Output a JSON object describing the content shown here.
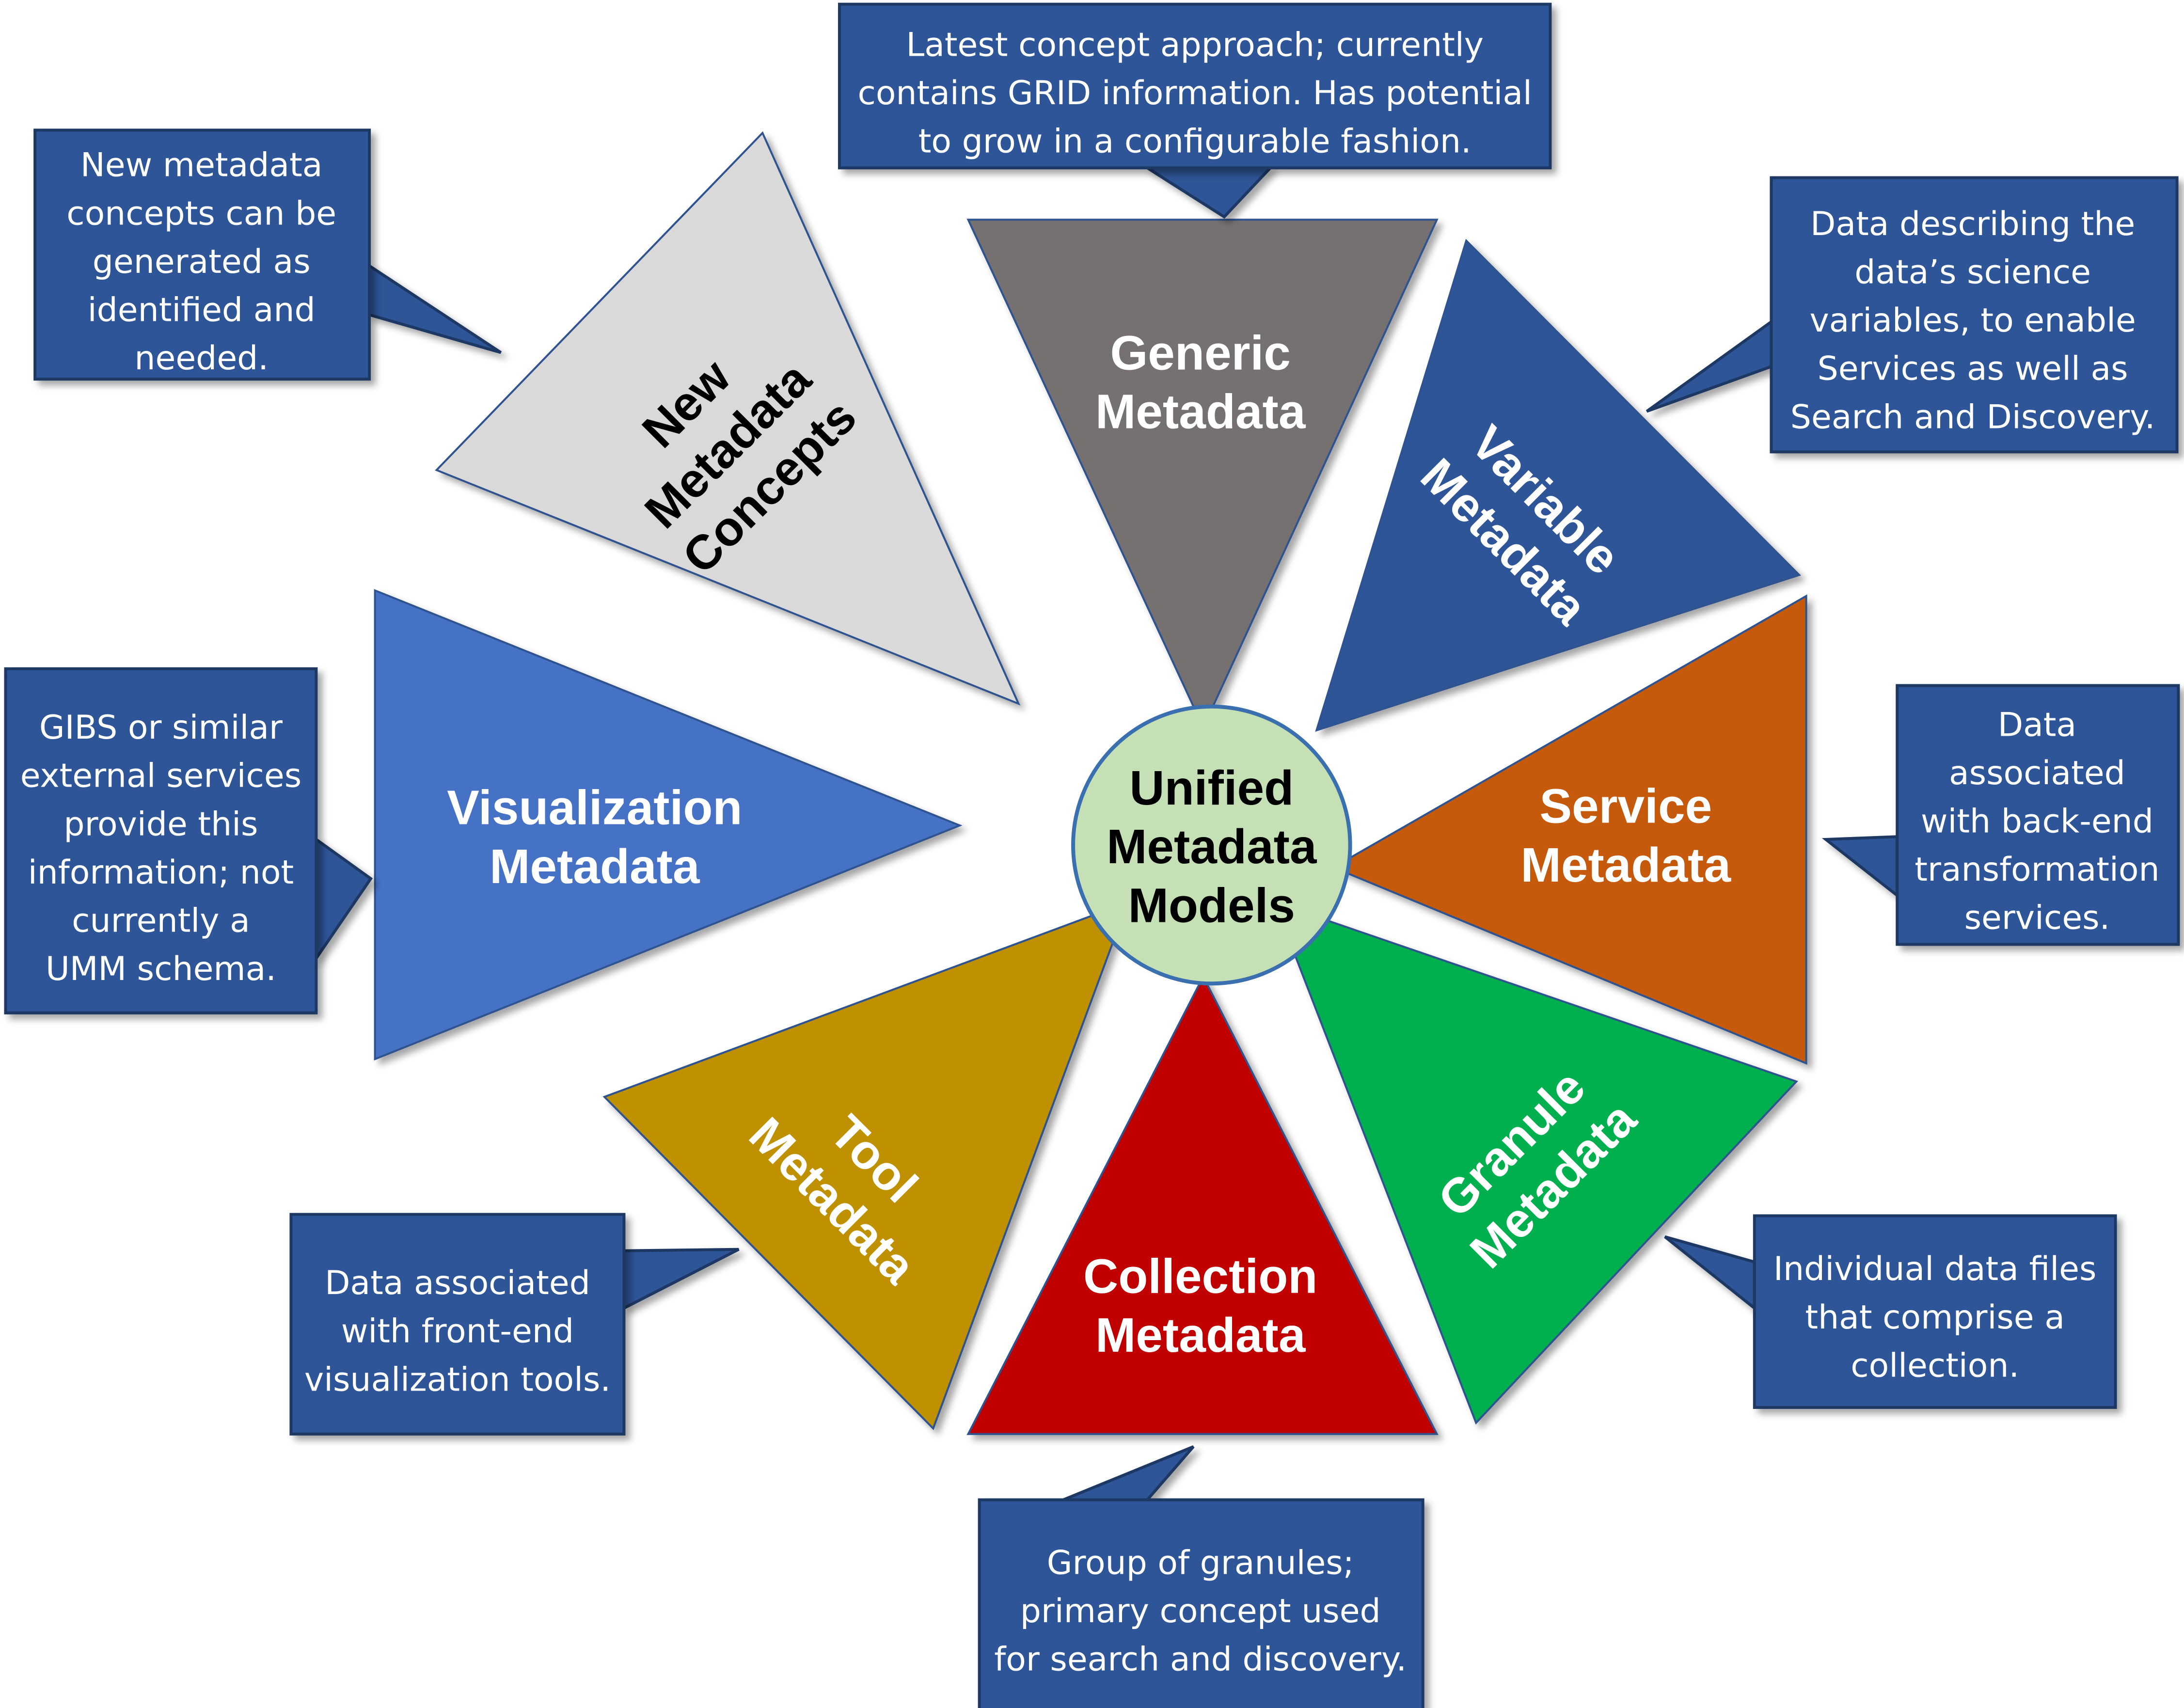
{
  "center": {
    "label_lines": [
      "Unified",
      "Metadata",
      "Models"
    ],
    "fill": "#c5e0b4",
    "stroke": "#3a6fb0"
  },
  "segments": [
    {
      "id": "generic",
      "label_lines": [
        "Generic",
        "Metadata"
      ],
      "fill": "#767171",
      "text_color": "#ffffff"
    },
    {
      "id": "variable",
      "label_lines": [
        "Variable",
        "Metadata"
      ],
      "fill": "#2f5597",
      "text_color": "#ffffff"
    },
    {
      "id": "service",
      "label_lines": [
        "Service",
        "Metadata"
      ],
      "fill": "#c55a11",
      "text_color": "#ffffff"
    },
    {
      "id": "granule",
      "label_lines": [
        "Granule",
        "Metadata"
      ],
      "fill": "#00b050",
      "text_color": "#ffffff"
    },
    {
      "id": "collection",
      "label_lines": [
        "Collection",
        "Metadata"
      ],
      "fill": "#c00000",
      "text_color": "#ffffff"
    },
    {
      "id": "tool",
      "label_lines": [
        "Tool",
        "Metadata"
      ],
      "fill": "#bf9000",
      "text_color": "#ffffff"
    },
    {
      "id": "visualization",
      "label_lines": [
        "Visualization",
        "Metadata"
      ],
      "fill": "#4472c4",
      "text_color": "#ffffff"
    },
    {
      "id": "new",
      "label_lines": [
        "New",
        "Metadata",
        "Concepts"
      ],
      "fill": "#d9d9d9",
      "text_color": "#000000"
    }
  ],
  "callouts": [
    {
      "id": "generic",
      "lines": [
        "Latest concept approach; currently",
        "contains GRID information. Has potential",
        "to grow in a configurable fashion."
      ]
    },
    {
      "id": "variable",
      "lines": [
        "Data describing the",
        "data’s science",
        "variables, to enable",
        "Services as well as",
        "Search and Discovery."
      ]
    },
    {
      "id": "service",
      "lines": [
        "Data",
        "associated",
        "with back-end",
        "transformation",
        "services."
      ]
    },
    {
      "id": "granule",
      "lines": [
        "Individual data files",
        "that comprise a",
        "collection."
      ]
    },
    {
      "id": "collection",
      "lines": [
        "Group of granules;",
        "primary concept used",
        "for search and discovery."
      ]
    },
    {
      "id": "tool",
      "lines": [
        "Data associated",
        "with front-end",
        "visualization tools."
      ]
    },
    {
      "id": "visualization",
      "lines": [
        "GIBS or similar",
        "external services",
        "provide this",
        "information; not",
        "currently a",
        "UMM schema."
      ]
    },
    {
      "id": "new",
      "lines": [
        "New metadata",
        "concepts can be",
        "generated as",
        "identified and",
        "needed."
      ]
    }
  ],
  "callout_fill": "#2f5597",
  "callout_stroke": "#1f3864"
}
